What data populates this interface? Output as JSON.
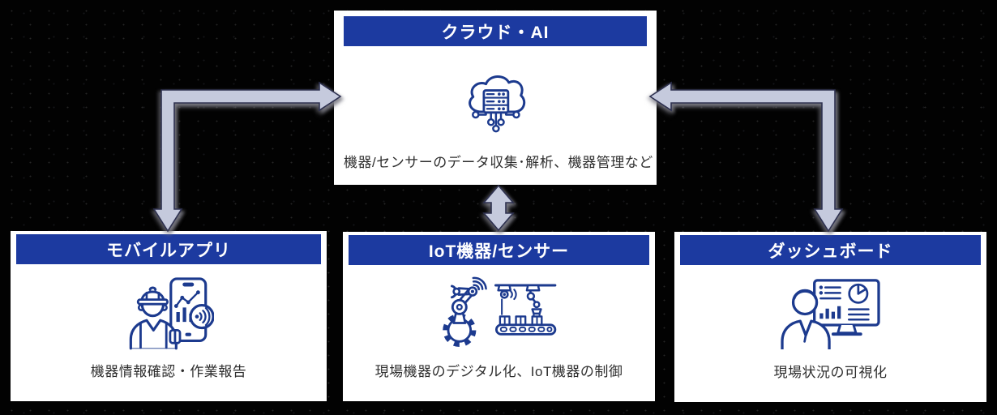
{
  "colors": {
    "canvas-bg": "#020202",
    "box-bg": "#ffffff",
    "header-bg": "#1c3aa0",
    "header-text": "#ffffff",
    "caption-text": "#2e2e2e",
    "icon-navy": "#1c3a8e",
    "arrow-fill": "#c5cadd",
    "arrow-stroke": "#2e3150"
  },
  "diagram": {
    "cloud": {
      "title": "クラウド・AI",
      "caption": "機器/センサーのデータ収集･解析、機器管理など",
      "icon": "cloud-server-network-icon"
    },
    "mobile": {
      "title": "モバイルアプリ",
      "caption": "機器情報確認・作業報告",
      "icon": "worker-smartphone-icon"
    },
    "iot": {
      "title": "IoT機器/センサー",
      "caption": "現場機器のデジタル化、IoT機器の制御",
      "icon": "robot-arm-conveyor-icon"
    },
    "dashboard": {
      "title": "ダッシュボード",
      "caption": "現場状況の可視化",
      "icon": "analyst-monitor-icon"
    }
  },
  "arrows": [
    {
      "name": "cloud-mobile-elbow-arrow",
      "shape": "elbow",
      "heads": [
        "right-into-cloud-box",
        "down-into-mobile-box"
      ]
    },
    {
      "name": "cloud-iot-vertical-arrow",
      "shape": "vertical",
      "heads": [
        "up-into-cloud-box",
        "down-into-iot-box"
      ]
    },
    {
      "name": "cloud-dashboard-elbow-arrow",
      "shape": "elbow",
      "heads": [
        "left-into-cloud-box",
        "down-into-dashboard-box"
      ]
    }
  ]
}
